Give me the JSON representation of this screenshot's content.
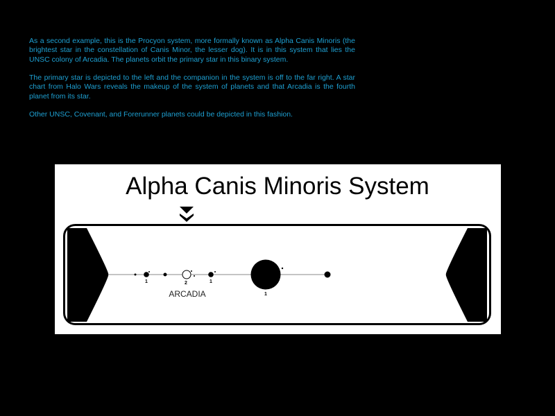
{
  "intro": {
    "paragraphs": [
      "As a second example, this is the Procyon system, more formally known as Alpha Canis Minoris (the brightest star in the constellation of Canis Minor, the lesser dog). It is in this system that lies the UNSC colony of Arcadia. The planets orbit the primary star in this binary system.",
      "The primary star is depicted to the left and the companion in the system is off to the far right. A star chart from Halo Wars reveals the makeup of the system of planets and that Arcadia is the fourth planet from its star.",
      "Other UNSC, Covenant, and Forerunner planets could be depicted in this fashion."
    ]
  },
  "diagram": {
    "title": "Alpha Canis Minoris System",
    "highlight_label": "ARCADIA",
    "moon_counts": [
      "1",
      "2",
      "1",
      "1"
    ],
    "colors": {
      "text": "#1ea0d2",
      "background": "#000000",
      "panel": "#ffffff"
    }
  }
}
